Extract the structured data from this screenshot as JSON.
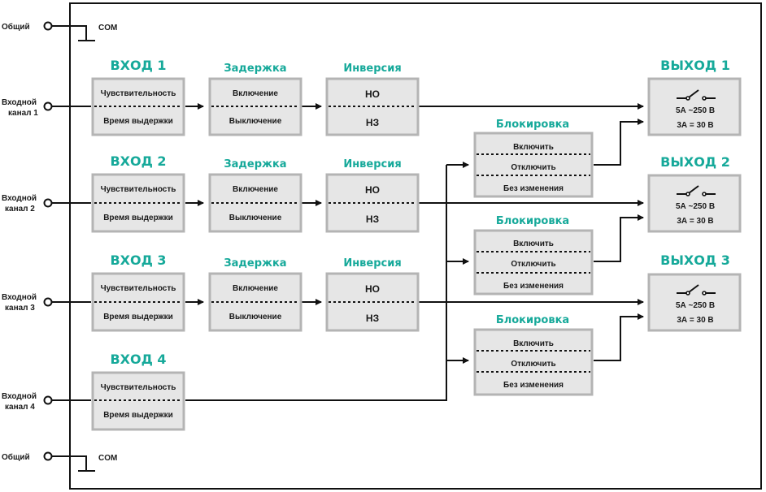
{
  "left_labels": {
    "common": "Общий",
    "in1_a": "Входной",
    "in1_b": "канал 1",
    "in2_a": "Входной",
    "in2_b": "канал 2",
    "in3_a": "Входной",
    "in3_b": "канал 3",
    "in4_a": "Входной",
    "in4_b": "канал 4"
  },
  "com_label": "COM",
  "inputs": [
    {
      "title": "ВХОД 1",
      "top": "Чувствительность",
      "bottom": "Время выдержки"
    },
    {
      "title": "ВХОД 2",
      "top": "Чувствительность",
      "bottom": "Время выдержки"
    },
    {
      "title": "ВХОД 3",
      "top": "Чувствительность",
      "bottom": "Время выдержки"
    },
    {
      "title": "ВХОД 4",
      "top": "Чувствительность",
      "bottom": "Время выдержки"
    }
  ],
  "delay": {
    "title": "Задержка",
    "top": "Включение",
    "bottom": "Выключение"
  },
  "inversion": {
    "title": "Инверсия",
    "top": "НО",
    "bottom": "НЗ"
  },
  "blocking": {
    "title": "Блокировка",
    "items": [
      "Включить",
      "Отключить",
      "Без изменения"
    ]
  },
  "outputs": [
    {
      "title": "ВЫХОД 1",
      "line1": "5А ~250 В",
      "line2": "3А = 30 В"
    },
    {
      "title": "ВЫХОД 2",
      "line1": "5А ~250 В",
      "line2": "3А = 30 В"
    },
    {
      "title": "ВЫХОД 3",
      "line1": "5А ~250 В",
      "line2": "3А = 30 В"
    }
  ],
  "colors": {
    "accent": "#16a99a",
    "box_fill": "#e6e6e6",
    "box_stroke": "#b4b4b4"
  }
}
